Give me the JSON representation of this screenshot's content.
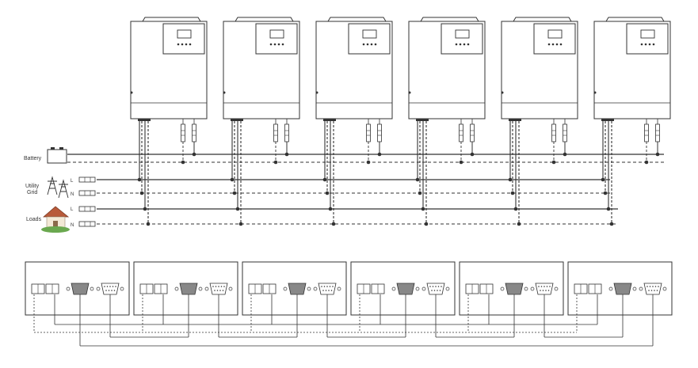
{
  "labels": {
    "battery": "Battery",
    "utility": "Utility",
    "grid": "Grid",
    "loads": "Loads",
    "line": "L",
    "neutral": "N"
  },
  "unit_count": 6,
  "icons": {
    "battery": "battery-icon",
    "grid": "power-tower-icon",
    "loads": "house-icon",
    "breaker": "breaker-icon",
    "port": "db9-port-icon",
    "terminal": "terminal-block-icon"
  },
  "colors": {
    "stroke": "#333333",
    "unit_fill": "#ffffff",
    "house_roof": "#b85a3a",
    "house_grass": "#6aa84f",
    "port_dark": "#888888"
  }
}
